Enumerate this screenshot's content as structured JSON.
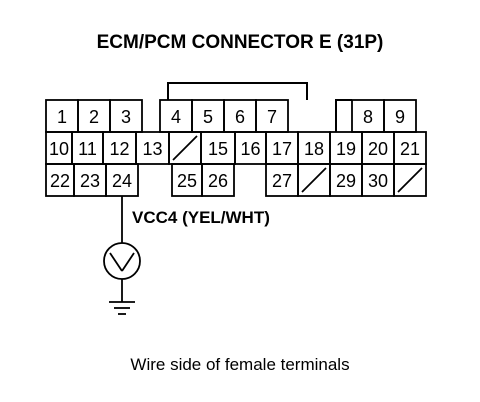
{
  "title": "ECM/PCM CONNECTOR E (31P)",
  "wire_label": "VCC4 (YEL/WHT)",
  "caption": "Wire side of female terminals",
  "icons": {
    "meter": "voltmeter-icon",
    "ground": "ground-icon"
  },
  "pins": {
    "p1": "1",
    "p2": "2",
    "p3": "3",
    "p4": "4",
    "p5": "5",
    "p6": "6",
    "p7": "7",
    "p8": "8",
    "p9": "9",
    "p10": "10",
    "p11": "11",
    "p12": "12",
    "p13": "13",
    "p15": "15",
    "p16": "16",
    "p17": "17",
    "p18": "18",
    "p19": "19",
    "p20": "20",
    "p21": "21",
    "p22": "22",
    "p23": "23",
    "p24": "24",
    "p25": "25",
    "p26": "26",
    "p27": "27",
    "p29": "29",
    "p30": "30"
  }
}
